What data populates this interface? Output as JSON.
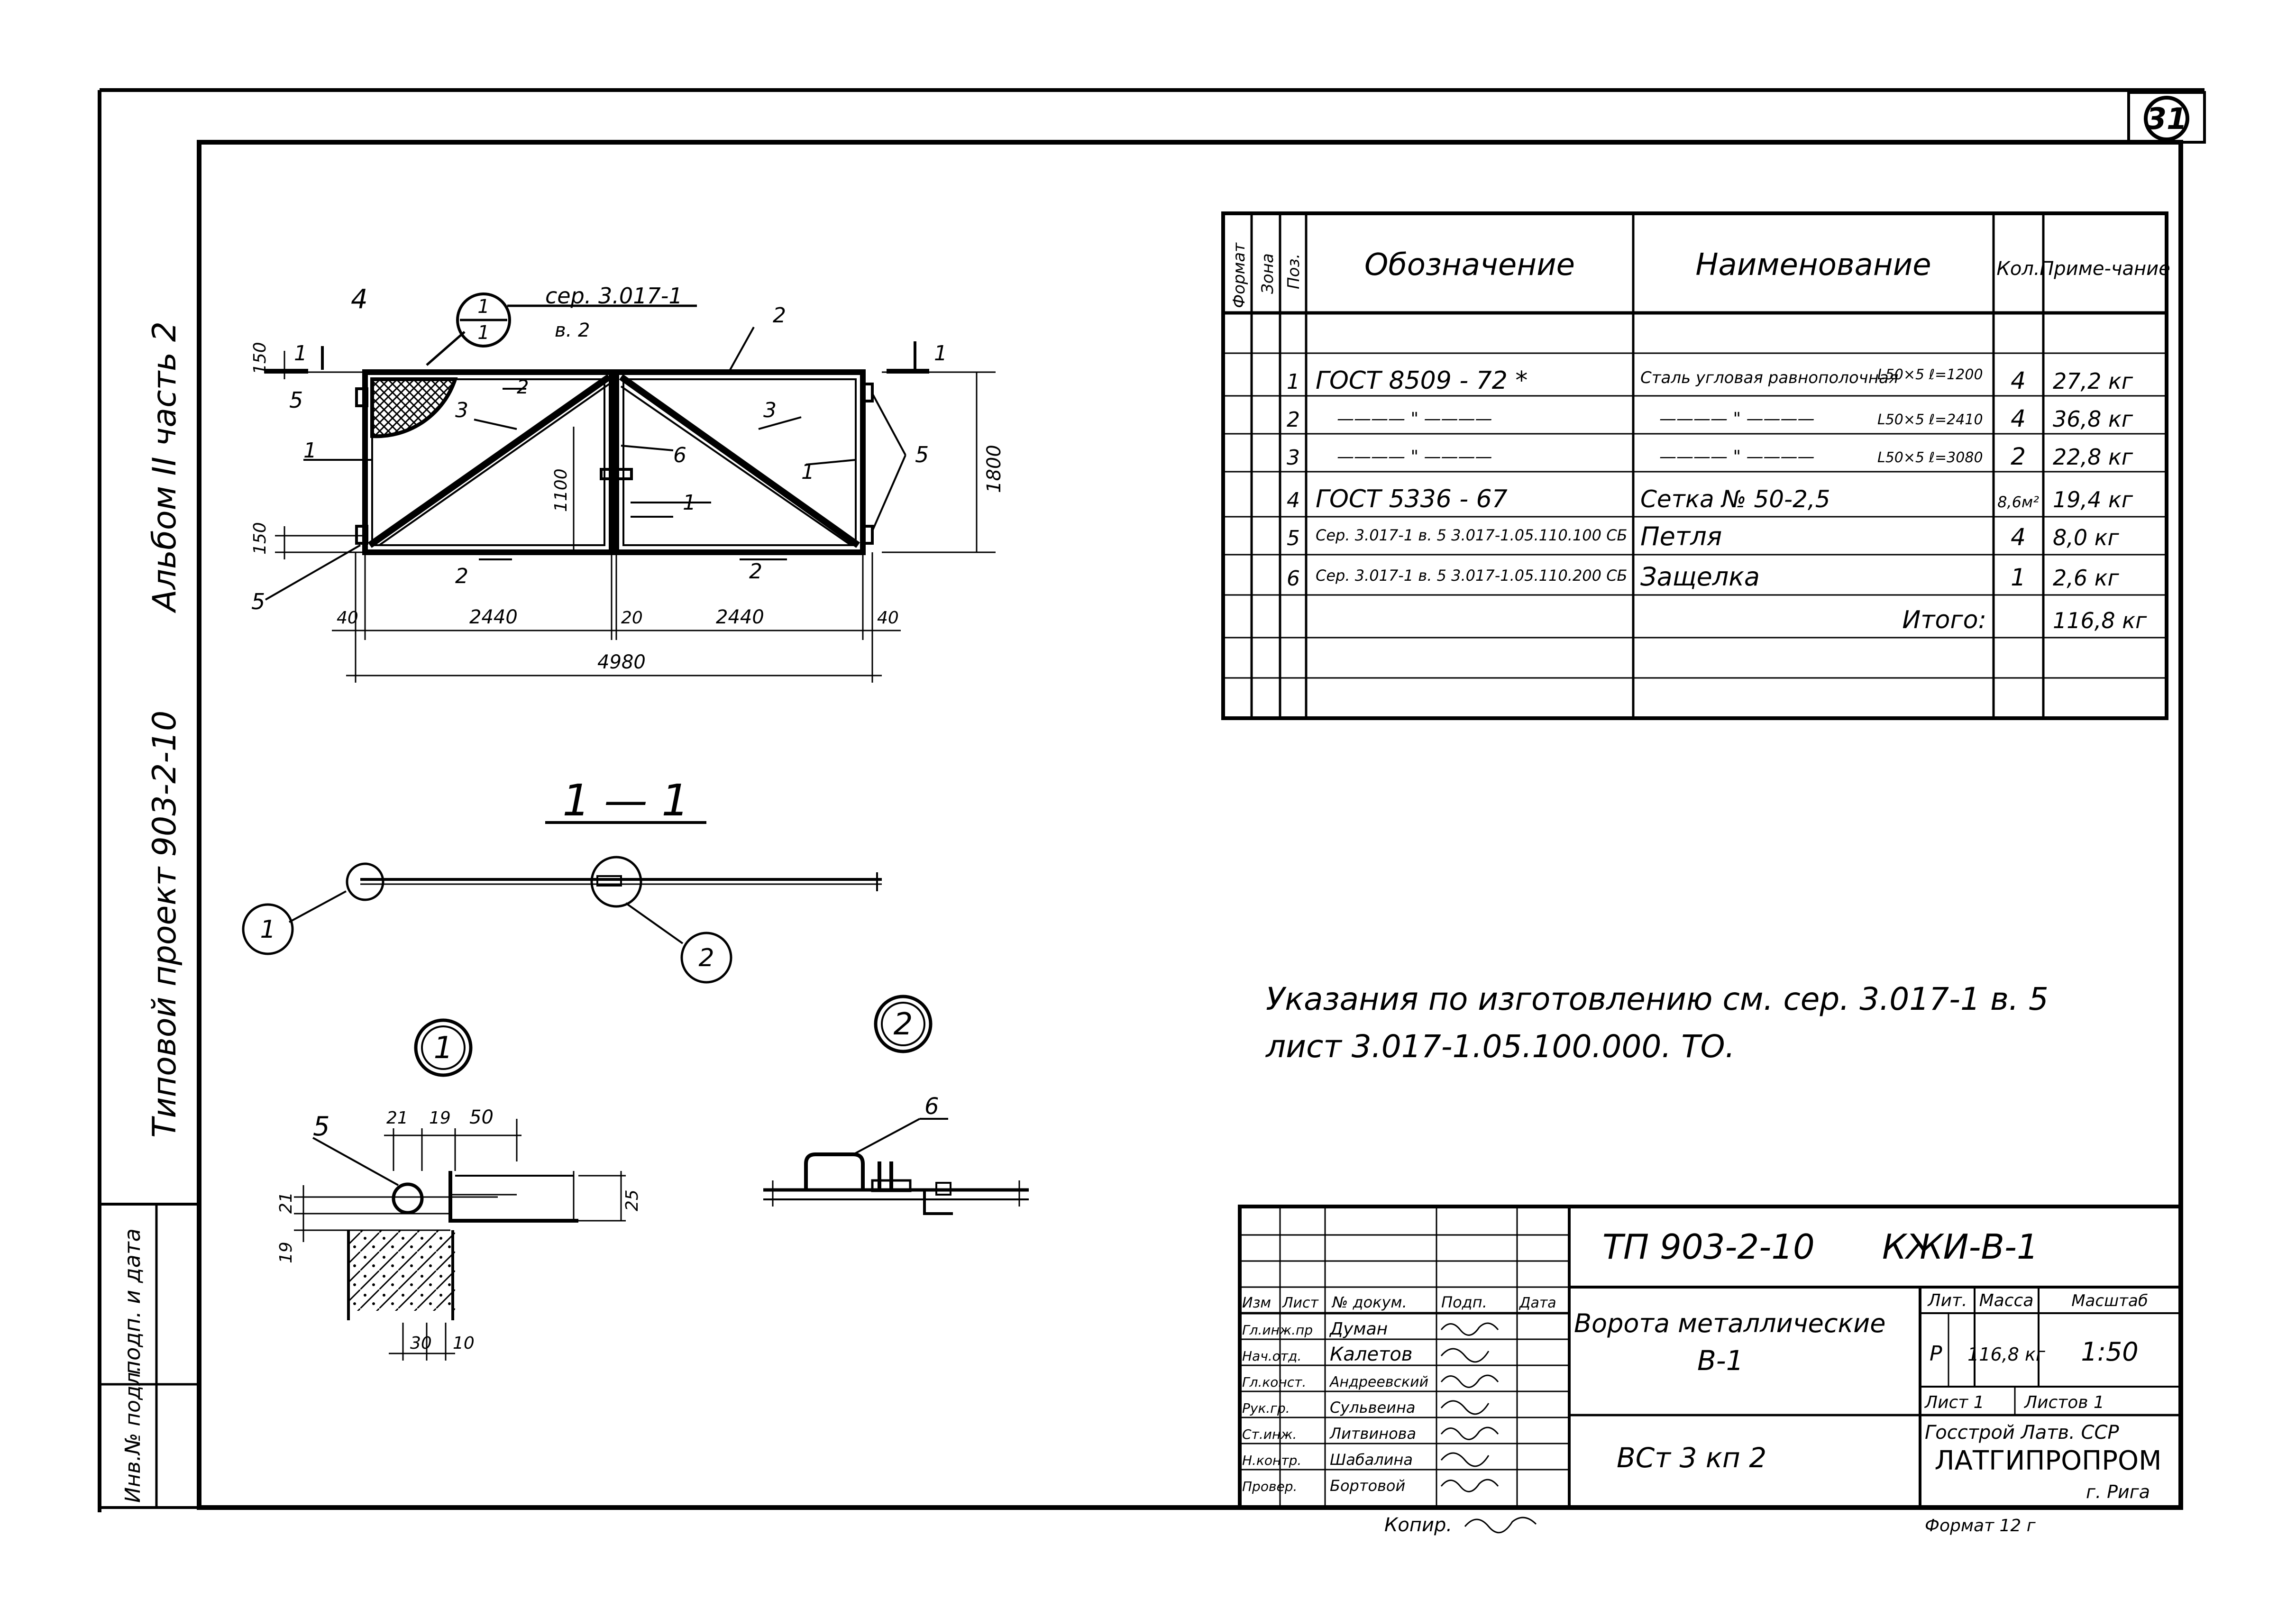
{
  "sheet_number": "31",
  "side_stamp": {
    "album": "Альбом II часть 2",
    "project": "Типовой проект 903-2-10",
    "sign_date": "подп. и дата",
    "inv_no": "Инв.№ подл."
  },
  "gate_drawing": {
    "leader_4": "4",
    "callout_top": "1",
    "callout_bottom": "1",
    "ref_series": "сер. 3.017-1",
    "ref_issue": "в. 2",
    "labels": {
      "p1": "1",
      "p2": "2",
      "p3": "3",
      "p5": "5",
      "p6": "6",
      "sec_left": "1",
      "sec_right": "1"
    },
    "dims": {
      "d150_top": "150",
      "d150_bot": "150",
      "d1100": "1100",
      "d1800": "1800",
      "d40_left": "40",
      "d2440_left": "2440",
      "d20": "20",
      "d2440_right": "2440",
      "d40_right": "40",
      "d4980": "4980"
    }
  },
  "section_view": {
    "title": "1 — 1",
    "detail_1": "1",
    "detail_2": "2"
  },
  "detail_1": {
    "title": "1",
    "pos": "5",
    "dims": {
      "d21a": "21",
      "d19a": "19",
      "d50": "50",
      "d21b": "21",
      "d19b": "19",
      "d25": "25",
      "d30": "30",
      "d10": "10"
    }
  },
  "detail_2": {
    "title": "2",
    "pos": "6"
  },
  "spec_table": {
    "headers": {
      "format": "Формат",
      "zone": "Зона",
      "pos": "Поз.",
      "designation": "Обозначение",
      "name": "Наименование",
      "qty": "Кол.",
      "note": "Приме-чание"
    },
    "rows": [
      {
        "pos": "1",
        "designation": "ГОСТ 8509 - 72 *",
        "name": "Сталь угловая равнополочная",
        "size": "L50×5 ℓ=1200",
        "qty": "4",
        "note": "27,2 кг"
      },
      {
        "pos": "2",
        "designation": "———— \" ————",
        "name": "———— \" ————",
        "size": "L50×5 ℓ=2410",
        "qty": "4",
        "note": "36,8 кг"
      },
      {
        "pos": "3",
        "designation": "———— \" ————",
        "name": "———— \" ————",
        "size": "L50×5 ℓ=3080",
        "qty": "2",
        "note": "22,8 кг"
      },
      {
        "pos": "4",
        "designation": "ГОСТ 5336 - 67",
        "name": "Сетка № 50-2,5",
        "size": "",
        "qty": "8,6м²",
        "note": "19,4 кг"
      },
      {
        "pos": "5",
        "designation": "Сер. 3.017-1 в. 5 3.017-1.05.110.100 СБ",
        "name": "Петля",
        "size": "",
        "qty": "4",
        "note": "8,0 кг"
      },
      {
        "pos": "6",
        "designation": "Сер. 3.017-1 в. 5 3.017-1.05.110.200 СБ",
        "name": "Защелка",
        "size": "",
        "qty": "1",
        "note": "2,6 кг"
      }
    ],
    "total_label": "Итого:",
    "total_value": "116,8 кг"
  },
  "instructions": {
    "line1": "Указания по изготовлению см. сер. 3.017-1 в. 5",
    "line2": "лист 3.017-1.05.100.000. ТО."
  },
  "title_block": {
    "code": "ТП 903-2-10",
    "doc": "КЖИ-В-1",
    "title": "Ворота металлические",
    "title2": "В-1",
    "lit_label": "Лит.",
    "mass_label": "Масса",
    "scale_label": "Масштаб",
    "lit": "Р",
    "mass": "116,8 кг",
    "scale": "1:50",
    "sheet_label": "Лист 1",
    "sheets_label": "Листов 1",
    "org1": "Госстрой Латв. ССР",
    "org2": "ЛАТГИПРОПРОМ",
    "org3": "г. Рига",
    "stamp": "ВСт 3 кп 2",
    "format": "Формат 12 г",
    "kopir": "Копир.",
    "cols": {
      "izm": "Изм",
      "list": "Лист",
      "doc": "№ докум.",
      "sign": "Подп.",
      "date": "Дата"
    },
    "staff": [
      {
        "role": "Гл.инж.пр",
        "name": "Думан"
      },
      {
        "role": "Нач.отд.",
        "name": "Калетов"
      },
      {
        "role": "Гл.конст.",
        "name": "Андреевский"
      },
      {
        "role": "Рук.гр.",
        "name": "Сульвеина"
      },
      {
        "role": "Ст.инж.",
        "name": "Литвинова"
      },
      {
        "role": "Н.контр.",
        "name": "Шабалина"
      },
      {
        "role": "Провер.",
        "name": "Бортовой"
      }
    ]
  }
}
